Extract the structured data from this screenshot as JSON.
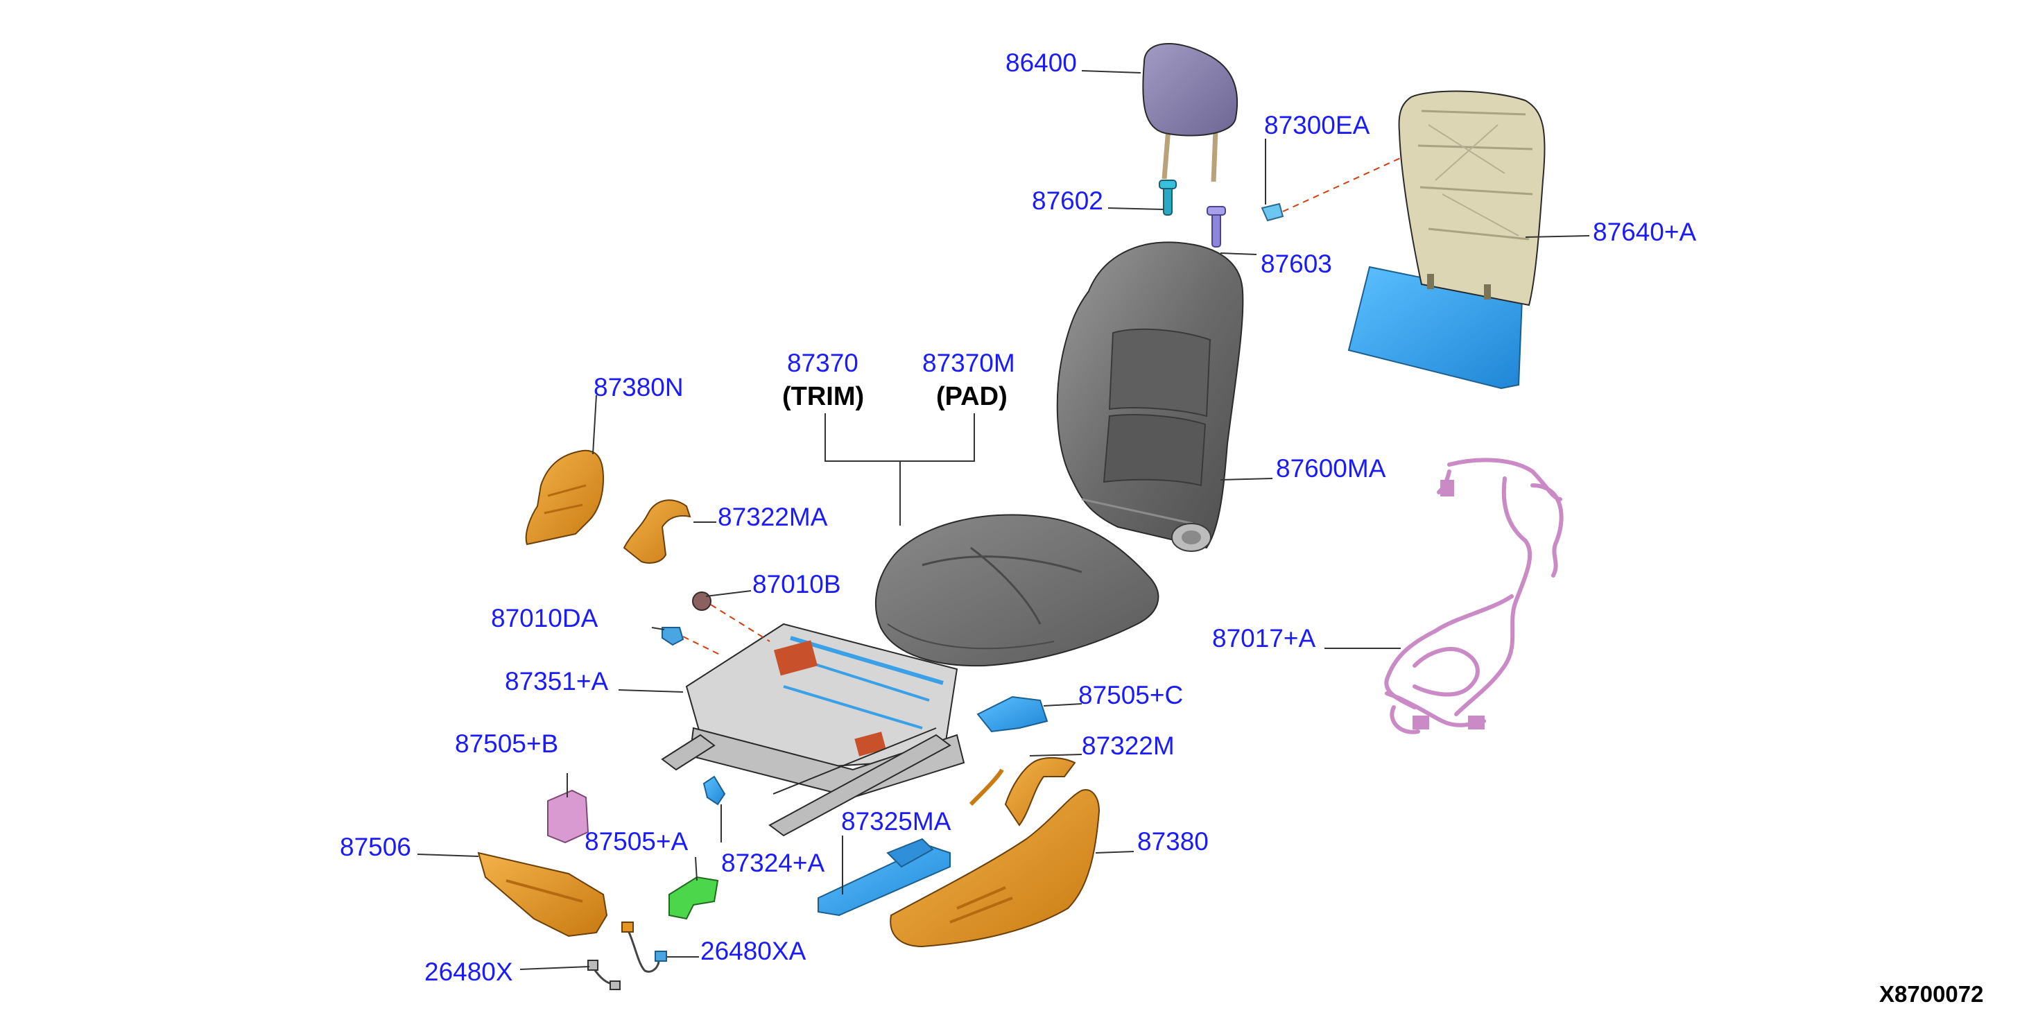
{
  "diagram_ref": "X8700072",
  "notes": {
    "trim": "(TRIM)",
    "pad": "(PAD)"
  },
  "labels": {
    "p86400": "86400",
    "p87300EA": "87300EA",
    "p87602": "87602",
    "p87603": "87603",
    "p87640A": "87640+A",
    "p87370": "87370",
    "p87370M": "87370M",
    "p87600MA": "87600MA",
    "p87380N": "87380N",
    "p87322MA": "87322MA",
    "p87010B": "87010B",
    "p87010DA": "87010DA",
    "p87351A": "87351+A",
    "p87017A": "87017+A",
    "p87505C": "87505+C",
    "p87322M": "87322M",
    "p87505B": "87505+B",
    "p87325MA": "87325MA",
    "p87380": "87380",
    "p87506": "87506",
    "p87505A": "87505+A",
    "p87324A": "87324+A",
    "p26480XA": "26480XA",
    "p26480X": "26480X"
  },
  "colors": {
    "label_blue": "#1a1aff",
    "seat_gray": "#6f6f6f",
    "headrest_purple": "#8e86b3",
    "panel_blue": "#3aa0e8",
    "frame_beige": "#d8d2b0",
    "orange_part": "#e69522",
    "harness_pink": "#c98ac6",
    "pink_part": "#d89ad0",
    "green_part": "#4cd64c",
    "rail_gray": "#c8c8c8",
    "motor_red": "#c8502a"
  },
  "icons": [
    "headrest-part",
    "seat-back-part",
    "seat-cushion-part",
    "back-frame-part",
    "wire-harness-part",
    "seat-rail-frame-part",
    "side-cover-part",
    "switch-part",
    "clip-part",
    "connector-part"
  ]
}
